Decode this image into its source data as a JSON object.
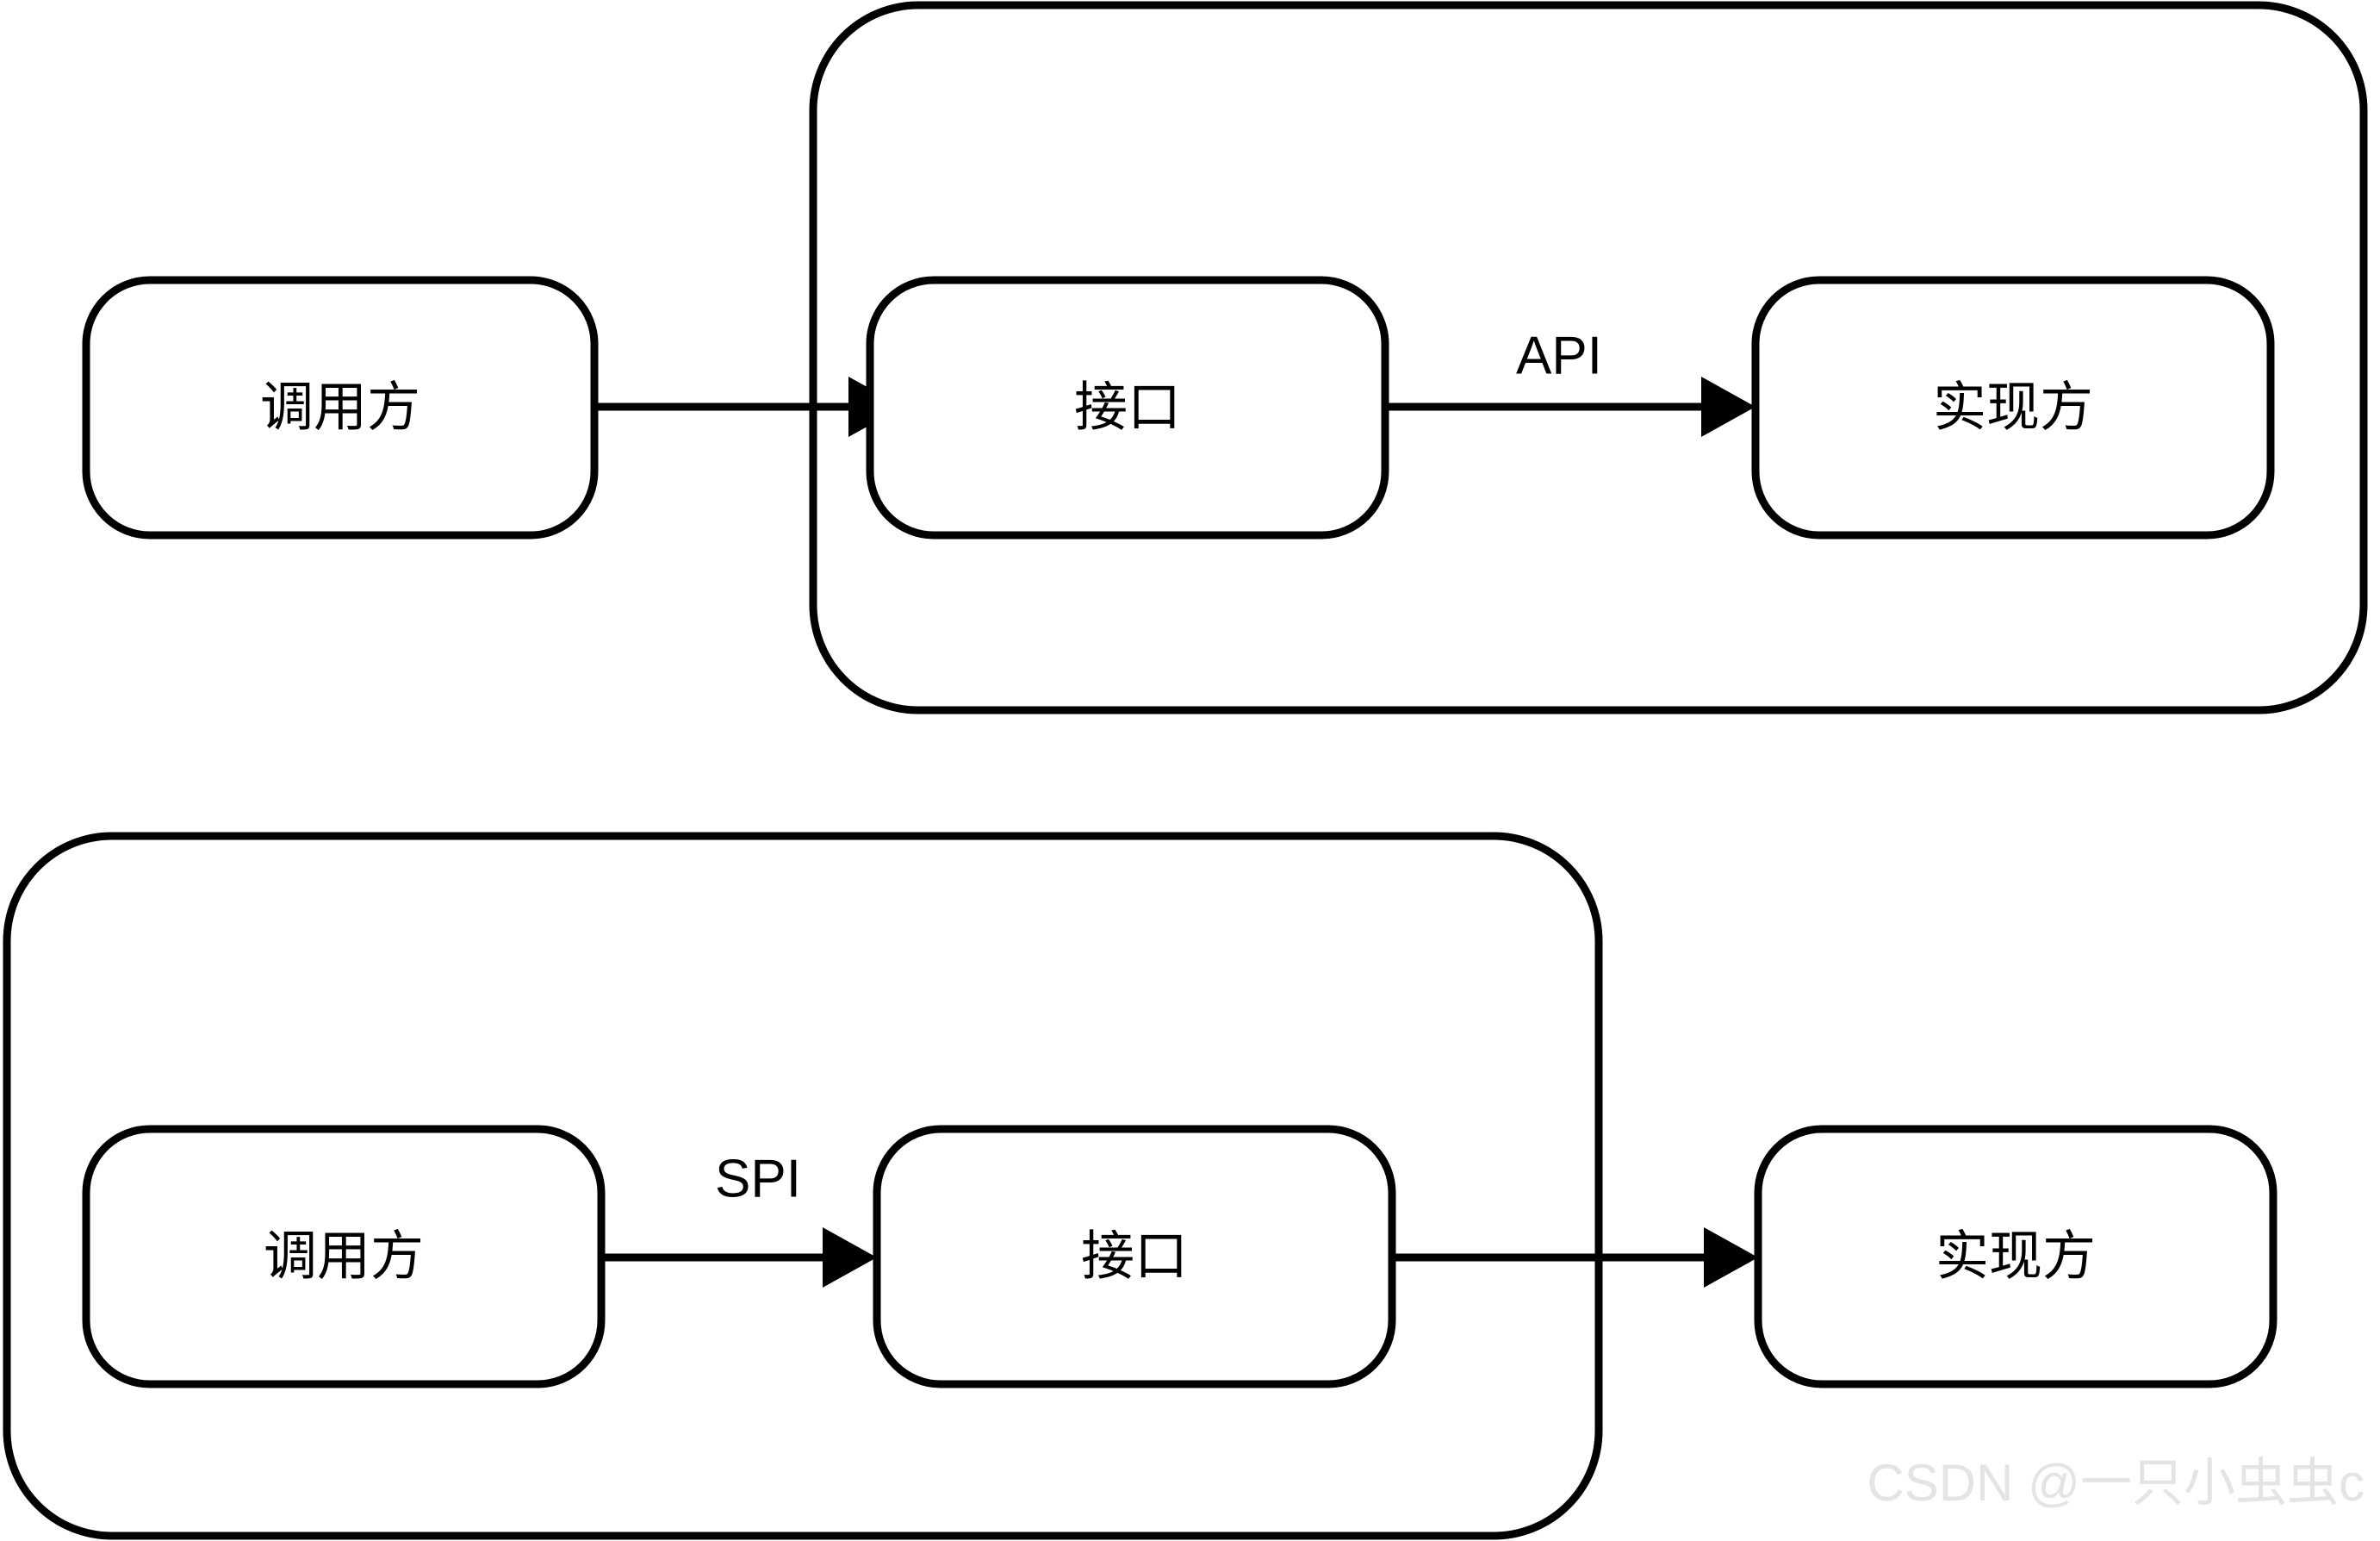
{
  "diagram": {
    "type": "flow-diagram",
    "background_color": "#ffffff",
    "stroke_color": "#000000",
    "sections": [
      {
        "id": "api-section",
        "group_label": "",
        "nodes": [
          {
            "id": "api-caller",
            "label": "调用方",
            "inside_group": false
          },
          {
            "id": "api-interface",
            "label": "接口",
            "inside_group": true
          },
          {
            "id": "api-impl",
            "label": "实现方",
            "inside_group": true
          }
        ],
        "edges": [
          {
            "id": "api-edge-1",
            "from": "api-caller",
            "to": "api-interface",
            "label": ""
          },
          {
            "id": "api-edge-2",
            "from": "api-interface",
            "to": "api-impl",
            "label": "API"
          }
        ]
      },
      {
        "id": "spi-section",
        "group_label": "",
        "nodes": [
          {
            "id": "spi-caller",
            "label": "调用方",
            "inside_group": true
          },
          {
            "id": "spi-interface",
            "label": "接口",
            "inside_group": true
          },
          {
            "id": "spi-impl",
            "label": "实现方",
            "inside_group": false
          }
        ],
        "edges": [
          {
            "id": "spi-edge-1",
            "from": "spi-caller",
            "to": "spi-interface",
            "label": "SPI"
          },
          {
            "id": "spi-edge-2",
            "from": "spi-interface",
            "to": "spi-impl",
            "label": ""
          }
        ]
      }
    ]
  },
  "labels": {
    "caller_top": "调用方",
    "interface_top": "接口",
    "impl_top": "实现方",
    "api_edge": "API",
    "caller_bottom": "调用方",
    "interface_bottom": "接口",
    "impl_bottom": "实现方",
    "spi_edge": "SPI"
  },
  "watermark": {
    "text": "CSDN @一只小虫虫c",
    "color": "#e4e4e4"
  }
}
